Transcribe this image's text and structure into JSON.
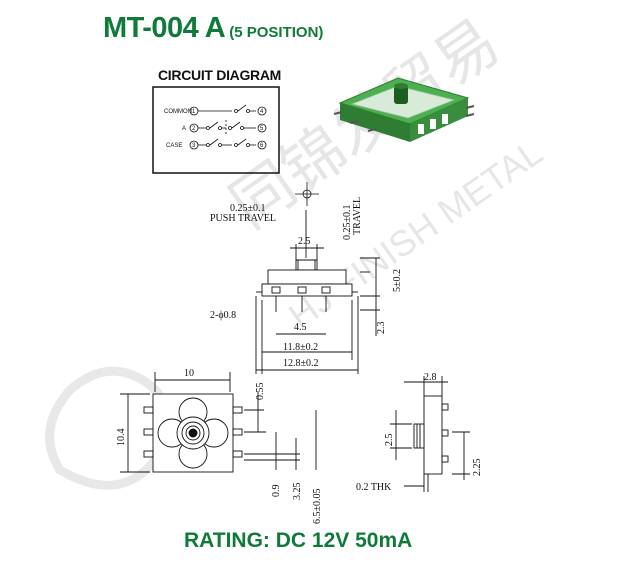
{
  "title": {
    "model": "MT-004 A",
    "variant": "(5 POSITION)"
  },
  "circuit": {
    "heading": "CIRCUIT DIAGRAM",
    "labels": [
      "COMMON",
      "A",
      "CASE"
    ],
    "left_pins": [
      "1",
      "2",
      "3"
    ],
    "right_pins": [
      "4",
      "5",
      "6"
    ]
  },
  "push_travel": {
    "value": "0.25±0.1",
    "label": "PUSH TRAVEL"
  },
  "travel": {
    "value": "0.25±0.1",
    "label": "TRAVEL"
  },
  "front_view": {
    "top_width": "2.5",
    "height_right": "5±0.2",
    "height_left": "2.3",
    "hole": "2-ϕ0.8",
    "pin_pitch": "4.5",
    "body_width": "11.8±0.2",
    "total_width": "12.8±0.2"
  },
  "top_view": {
    "width": "10",
    "height": "10.4",
    "dim_055": "0.55",
    "dim_09": "0.9",
    "dim_325": "3.25",
    "dim_65": "6.5±0.05"
  },
  "side_view": {
    "width": "2.8",
    "knob": "2.5",
    "height": "2.25",
    "thickness": "0.2 THK"
  },
  "watermark": {
    "chinese": "同锦发贸易",
    "english": "HJ FINISH METAL"
  },
  "rating": "RATING: DC 12V 50mA"
}
